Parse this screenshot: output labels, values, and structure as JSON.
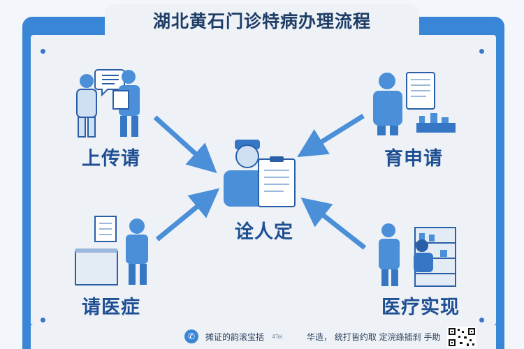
{
  "title": "湖北黄石门诊特病办理流程",
  "steps": {
    "top_left": "上传请",
    "top_right": "育申请",
    "center": "诠人定",
    "bottom_left": "请医症",
    "bottom_right": "医疗实现"
  },
  "footer": {
    "hotline_text": "摊证的韵滚宝括",
    "small_text": "4Tel",
    "right_text": "华造，  统打皆约取 定浣绦插刹  手助"
  },
  "colors": {
    "frame": "#3a86d6",
    "panel": "#eef2f7",
    "accent": "#4a8fd8",
    "text": "#1f4f93"
  },
  "icons": [
    "phone-icon",
    "qr-code-icon"
  ]
}
